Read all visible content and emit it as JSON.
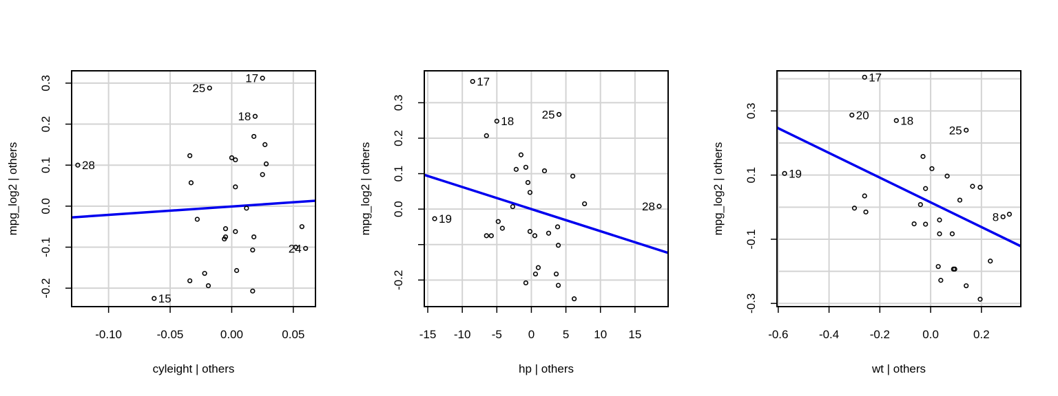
{
  "chart_data": [
    {
      "type": "scatter",
      "xlabel": "cyleight | others",
      "ylabel": "mpg_log2 | others",
      "xlim": [
        -0.13,
        0.068
      ],
      "ylim": [
        -0.245,
        0.33
      ],
      "xticks": [
        "-0.10",
        "-0.05",
        "0.00",
        "0.05"
      ],
      "xtick_values": [
        -0.1,
        -0.05,
        0.0,
        0.05
      ],
      "yticks": [
        "-0.2",
        "-0.1",
        "0.0",
        "0.1",
        "0.2",
        "0.3"
      ],
      "ytick_values": [
        -0.2,
        -0.1,
        0.0,
        0.1,
        0.2,
        0.3
      ],
      "grid": true,
      "line_color": "#0000ee",
      "fit_line": {
        "intercept": -0.0008,
        "slope": 0.205
      },
      "points": [
        {
          "x": 0.025,
          "y": 0.312,
          "label": "17",
          "label_side": "left"
        },
        {
          "x": -0.018,
          "y": 0.288,
          "label": "25",
          "label_side": "left"
        },
        {
          "x": 0.019,
          "y": 0.219,
          "label": "18",
          "label_side": "left"
        },
        {
          "x": -0.125,
          "y": 0.1,
          "label": "28",
          "label_side": "right"
        },
        {
          "x": 0.06,
          "y": -0.103,
          "label": "24",
          "label_side": "left"
        },
        {
          "x": -0.063,
          "y": -0.225,
          "label": "15",
          "label_side": "right"
        },
        {
          "x": 0.052,
          "y": -0.1,
          "label": "",
          "label_side": "right"
        },
        {
          "x": 0.018,
          "y": 0.17,
          "label": "",
          "label_side": "right"
        },
        {
          "x": 0.027,
          "y": 0.15,
          "label": "",
          "label_side": "right"
        },
        {
          "x": -0.034,
          "y": 0.123,
          "label": "",
          "label_side": "right"
        },
        {
          "x": 0.0,
          "y": 0.118,
          "label": "",
          "label_side": "right"
        },
        {
          "x": 0.003,
          "y": 0.113,
          "label": "",
          "label_side": "right"
        },
        {
          "x": 0.028,
          "y": 0.103,
          "label": "",
          "label_side": "right"
        },
        {
          "x": 0.025,
          "y": 0.077,
          "label": "",
          "label_side": "right"
        },
        {
          "x": -0.033,
          "y": 0.057,
          "label": "",
          "label_side": "right"
        },
        {
          "x": 0.003,
          "y": 0.047,
          "label": "",
          "label_side": "right"
        },
        {
          "x": 0.012,
          "y": -0.005,
          "label": "",
          "label_side": "right"
        },
        {
          "x": -0.028,
          "y": -0.032,
          "label": "",
          "label_side": "right"
        },
        {
          "x": 0.057,
          "y": -0.05,
          "label": "",
          "label_side": "right"
        },
        {
          "x": -0.005,
          "y": -0.055,
          "label": "",
          "label_side": "right"
        },
        {
          "x": 0.003,
          "y": -0.062,
          "label": "",
          "label_side": "right"
        },
        {
          "x": -0.005,
          "y": -0.075,
          "label": "",
          "label_side": "right"
        },
        {
          "x": 0.018,
          "y": -0.075,
          "label": "",
          "label_side": "right"
        },
        {
          "x": -0.006,
          "y": -0.08,
          "label": "",
          "label_side": "right"
        },
        {
          "x": 0.017,
          "y": -0.107,
          "label": "",
          "label_side": "right"
        },
        {
          "x": 0.004,
          "y": -0.157,
          "label": "",
          "label_side": "right"
        },
        {
          "x": -0.022,
          "y": -0.164,
          "label": "",
          "label_side": "right"
        },
        {
          "x": -0.034,
          "y": -0.182,
          "label": "",
          "label_side": "right"
        },
        {
          "x": -0.019,
          "y": -0.194,
          "label": "",
          "label_side": "right"
        },
        {
          "x": 0.017,
          "y": -0.207,
          "label": "",
          "label_side": "right"
        }
      ]
    },
    {
      "type": "scatter",
      "xlabel": "hp | others",
      "ylabel": "mpg_log2 | others",
      "xlim": [
        -15.5,
        19.8
      ],
      "ylim": [
        -0.275,
        0.39
      ],
      "xticks": [
        "-15",
        "-10",
        "-5",
        "0",
        "5",
        "10",
        "15"
      ],
      "xtick_values": [
        -15,
        -10,
        -5,
        0,
        5,
        10,
        15
      ],
      "yticks": [
        "-0.2",
        "",
        "0.0",
        "0.1",
        "0.2",
        "0.3"
      ],
      "ytick_values": [
        -0.2,
        -0.1,
        0.0,
        0.1,
        0.2,
        0.3
      ],
      "grid": true,
      "line_color": "#0000ee",
      "fit_line": {
        "intercept": 0.0,
        "slope": -0.00623
      },
      "points": [
        {
          "x": -8.5,
          "y": 0.36,
          "label": "17",
          "label_side": "right"
        },
        {
          "x": -5.0,
          "y": 0.248,
          "label": "18",
          "label_side": "right"
        },
        {
          "x": 4.0,
          "y": 0.267,
          "label": "25",
          "label_side": "left"
        },
        {
          "x": 18.5,
          "y": 0.008,
          "label": "28",
          "label_side": "left"
        },
        {
          "x": -14.0,
          "y": -0.027,
          "label": "19",
          "label_side": "right"
        },
        {
          "x": -6.5,
          "y": 0.207,
          "label": "",
          "label_side": "right"
        },
        {
          "x": -1.5,
          "y": 0.153,
          "label": "",
          "label_side": "right"
        },
        {
          "x": -2.2,
          "y": 0.112,
          "label": "",
          "label_side": "right"
        },
        {
          "x": -0.8,
          "y": 0.118,
          "label": "",
          "label_side": "right"
        },
        {
          "x": 1.9,
          "y": 0.108,
          "label": "",
          "label_side": "right"
        },
        {
          "x": 6.0,
          "y": 0.093,
          "label": "",
          "label_side": "right"
        },
        {
          "x": -0.5,
          "y": 0.075,
          "label": "",
          "label_side": "right"
        },
        {
          "x": -0.2,
          "y": 0.047,
          "label": "",
          "label_side": "right"
        },
        {
          "x": 7.7,
          "y": 0.015,
          "label": "",
          "label_side": "right"
        },
        {
          "x": -2.7,
          "y": 0.007,
          "label": "",
          "label_side": "right"
        },
        {
          "x": -4.8,
          "y": -0.035,
          "label": "",
          "label_side": "right"
        },
        {
          "x": -4.2,
          "y": -0.054,
          "label": "",
          "label_side": "right"
        },
        {
          "x": 3.8,
          "y": -0.05,
          "label": "",
          "label_side": "right"
        },
        {
          "x": -0.2,
          "y": -0.063,
          "label": "",
          "label_side": "right"
        },
        {
          "x": 2.5,
          "y": -0.068,
          "label": "",
          "label_side": "right"
        },
        {
          "x": -6.5,
          "y": -0.075,
          "label": "",
          "label_side": "right"
        },
        {
          "x": -5.8,
          "y": -0.075,
          "label": "",
          "label_side": "right"
        },
        {
          "x": 0.5,
          "y": -0.075,
          "label": "",
          "label_side": "right"
        },
        {
          "x": 3.9,
          "y": -0.102,
          "label": "",
          "label_side": "right"
        },
        {
          "x": 1.0,
          "y": -0.165,
          "label": "",
          "label_side": "right"
        },
        {
          "x": 0.6,
          "y": -0.183,
          "label": "",
          "label_side": "right"
        },
        {
          "x": 3.6,
          "y": -0.183,
          "label": "",
          "label_side": "right"
        },
        {
          "x": -0.8,
          "y": -0.208,
          "label": "",
          "label_side": "right"
        },
        {
          "x": 3.9,
          "y": -0.215,
          "label": "",
          "label_side": "right"
        },
        {
          "x": 6.2,
          "y": -0.253,
          "label": "",
          "label_side": "right"
        }
      ]
    },
    {
      "type": "scatter",
      "xlabel": "wt | others",
      "ylabel": "mpg_log2 | others",
      "xlim": [
        -0.605,
        0.355
      ],
      "ylim": [
        -0.31,
        0.425
      ],
      "xticks": [
        "-0.6",
        "-0.4",
        "-0.2",
        "0.0",
        "0.2"
      ],
      "xtick_values": [
        -0.6,
        -0.4,
        -0.2,
        0.0,
        0.2
      ],
      "yticks": [
        "-0.3",
        "-0.1",
        "0.1",
        "0.3"
      ],
      "ytick_values": [
        -0.3,
        -0.1,
        0.1,
        0.3
      ],
      "minor_y_values": [
        -0.2,
        0.0,
        0.2,
        0.4
      ],
      "grid": true,
      "line_color": "#0000ee",
      "fit_line": {
        "intercept": 0.015,
        "slope": -0.385
      },
      "points": [
        {
          "x": -0.26,
          "y": 0.405,
          "label": "17",
          "label_side": "right"
        },
        {
          "x": -0.31,
          "y": 0.287,
          "label": "20",
          "label_side": "right"
        },
        {
          "x": -0.135,
          "y": 0.27,
          "label": "18",
          "label_side": "right"
        },
        {
          "x": 0.14,
          "y": 0.24,
          "label": "25",
          "label_side": "left"
        },
        {
          "x": -0.575,
          "y": 0.105,
          "label": "19",
          "label_side": "right"
        },
        {
          "x": 0.285,
          "y": -0.03,
          "label": "8",
          "label_side": "left"
        },
        {
          "x": -0.03,
          "y": 0.158,
          "label": "",
          "label_side": "right"
        },
        {
          "x": 0.005,
          "y": 0.12,
          "label": "",
          "label_side": "right"
        },
        {
          "x": 0.065,
          "y": 0.097,
          "label": "",
          "label_side": "right"
        },
        {
          "x": 0.165,
          "y": 0.065,
          "label": "",
          "label_side": "right"
        },
        {
          "x": 0.195,
          "y": 0.062,
          "label": "",
          "label_side": "right"
        },
        {
          "x": -0.02,
          "y": 0.058,
          "label": "",
          "label_side": "right"
        },
        {
          "x": -0.26,
          "y": 0.035,
          "label": "",
          "label_side": "right"
        },
        {
          "x": 0.115,
          "y": 0.022,
          "label": "",
          "label_side": "right"
        },
        {
          "x": -0.04,
          "y": 0.008,
          "label": "",
          "label_side": "right"
        },
        {
          "x": -0.3,
          "y": -0.003,
          "label": "",
          "label_side": "right"
        },
        {
          "x": -0.255,
          "y": -0.015,
          "label": "",
          "label_side": "right"
        },
        {
          "x": 0.31,
          "y": -0.022,
          "label": "",
          "label_side": "right"
        },
        {
          "x": 0.035,
          "y": -0.04,
          "label": "",
          "label_side": "right"
        },
        {
          "x": -0.065,
          "y": -0.052,
          "label": "",
          "label_side": "right"
        },
        {
          "x": -0.02,
          "y": -0.053,
          "label": "",
          "label_side": "right"
        },
        {
          "x": 0.035,
          "y": -0.083,
          "label": "",
          "label_side": "right"
        },
        {
          "x": 0.085,
          "y": -0.083,
          "label": "",
          "label_side": "right"
        },
        {
          "x": 0.235,
          "y": -0.168,
          "label": "",
          "label_side": "right"
        },
        {
          "x": 0.03,
          "y": -0.185,
          "label": "",
          "label_side": "right"
        },
        {
          "x": 0.09,
          "y": -0.193,
          "label": "",
          "label_side": "right"
        },
        {
          "x": 0.095,
          "y": -0.193,
          "label": "",
          "label_side": "right"
        },
        {
          "x": 0.04,
          "y": -0.228,
          "label": "",
          "label_side": "right"
        },
        {
          "x": 0.14,
          "y": -0.245,
          "label": "",
          "label_side": "right"
        },
        {
          "x": 0.195,
          "y": -0.287,
          "label": "",
          "label_side": "right"
        }
      ]
    }
  ]
}
